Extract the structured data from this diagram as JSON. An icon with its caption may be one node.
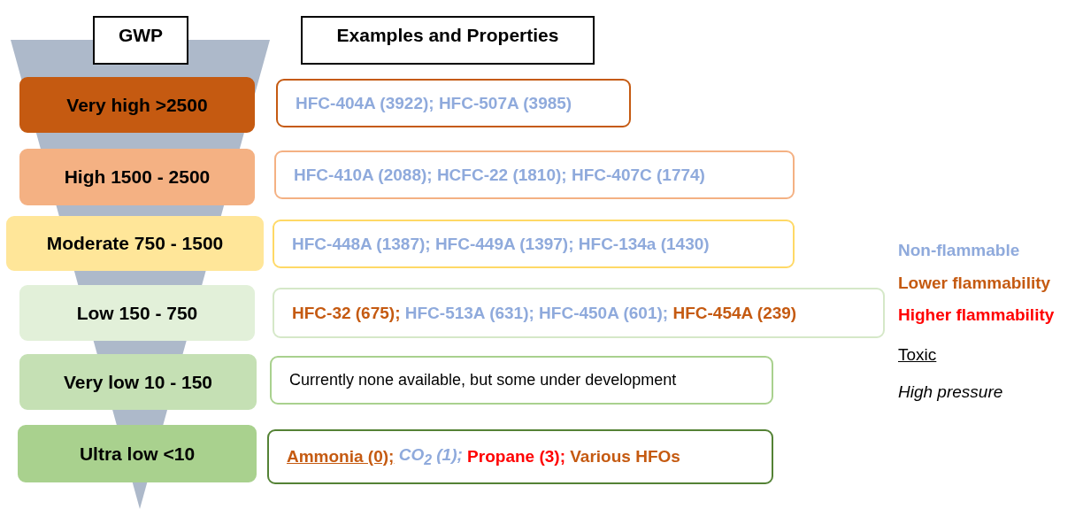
{
  "diagram": {
    "nodes": [
      {
        "text": [
          "GWP"
        ]
      },
      {
        "text": [
          "Examples and Properties"
        ]
      },
      {
        "text": [
          "Very high >2500"
        ]
      },
      {
        "text": [
          "HFC-404A (3922); HFC-507A (3985)"
        ]
      },
      {
        "text": [
          "High 1500 - 2500"
        ]
      },
      {
        "text": [
          "HFC-410A (2088); HCFC-22 (1810); HFC-407C (1774)"
        ]
      },
      {
        "text": [
          "Moderate 750 - 1500"
        ]
      },
      {
        "text": [
          "HFC-448A (1387); HFC-449A (1397); HFC-134a (1430)"
        ]
      },
      {
        "text": [
          "Low 150 - 750"
        ]
      },
      {
        "text": [
          "HFC-32 (675);",
          "HFC-513A (631); HFC-450A (601);",
          "HFC-454A (239)"
        ]
      },
      {
        "text": [
          "Very low 10 - 150"
        ]
      },
      {
        "text": [
          "Currently none available, but some under development"
        ]
      },
      {
        "text": [
          "Ultra low <10"
        ]
      },
      {
        "text": [
          "Ammonia (0);",
          "*CO$_{2}$ (1);*",
          "Propane (3);",
          "Various HFOs"
        ]
      }
    ],
    "legend": [
      {
        "text": "Non-flammable",
        "color": "#8faadc"
      },
      {
        "text": "Lower flammability",
        "color": "#c55a11"
      },
      {
        "text": "Higher flammability",
        "color": "#ff0000"
      },
      {
        "text": "Toxic"
      },
      {
        "text": "High pressure"
      }
    ]
  }
}
